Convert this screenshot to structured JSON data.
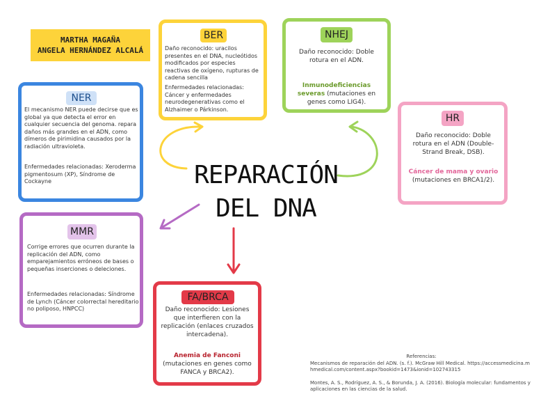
{
  "authors": [
    "MARTHA MAGAÑA",
    "ANGELA HERNÁNDEZ ALCALÁ"
  ],
  "title_lines": [
    "REPARACIÓN",
    "DEL DNA"
  ],
  "colors": {
    "ber": "#fdd33a",
    "nhej": "#9ed35a",
    "ner": "#3b86e0",
    "hr": "#f4a4c4",
    "mmr": "#b56ac4",
    "fa": "#e33a48",
    "accent_green": "#6a9a2a",
    "accent_pink": "#e2669a",
    "accent_red": "#b8232e"
  },
  "ber": {
    "label": "BER",
    "text1": "Daño reconocido: uracilos presentes en el DNA, nucleótidos modificados por especies reactivas de oxígeno, rupturas de cadena sencilla",
    "text2": "Enfermedades relacionadas: Cáncer y enfermedades neurodegenerativas como el Alzhaimer o Párkinson."
  },
  "nhej": {
    "label": "NHEJ",
    "text1": "Daño reconocido: Doble rotura en el ADN.",
    "highlight": "Inmunodeficiencias severas",
    "text2": " (mutaciones en genes como LIG4)."
  },
  "ner": {
    "label": "NER",
    "text1": "El mecanismo NER puede decirse que es global ya que detecta el error en cualquier secuencia del genoma. repara daños más grandes en el ADN, como dímeros de pirimidina causados por la radiación ultravioleta.",
    "text2": "Enfermedades relacionadas: Xeroderma pigmentosum (XP), Síndrome de Cockayne"
  },
  "hr": {
    "label": "HR",
    "text1": "Daño reconocido: Doble rotura en el ADN (Double-Strand Break, DSB).",
    "highlight": "Cáncer de mama y ovario",
    "text2": "(mutaciones en BRCA1/2)."
  },
  "mmr": {
    "label": "MMR",
    "text1": "Corrige errores que ocurren durante la replicación del ADN, como emparejamientos erróneos de bases o pequeñas inserciones o deleciones.",
    "text2": "Enfermedades relacionadas: Síndrome de Lynch (Cáncer colorrectal hereditario no poliposo, HNPCC)"
  },
  "fa": {
    "label": "FA/BRCA",
    "text1": "Daño reconocido: Lesiones que interfieren con la replicación (enlaces cruzados intercadena).",
    "highlight": "Anemia de Fanconi",
    "text2": "(mutaciones en genes como FANCA y BRCA2)."
  },
  "references": {
    "heading": "Referencias:",
    "ref1": "Mecanismos de reparación del ADN. (s. f.). McGraw Hill Medical. https://accessmedicina.mhmedical.com/content.aspx?bookid=1473&ionid=102743315",
    "ref2": "Montes, A. S., Rodríguez, A. S., & Borunda, J. A. (2016). Biología molecular: fundamentos y aplicaciones en las ciencias de la salud."
  }
}
